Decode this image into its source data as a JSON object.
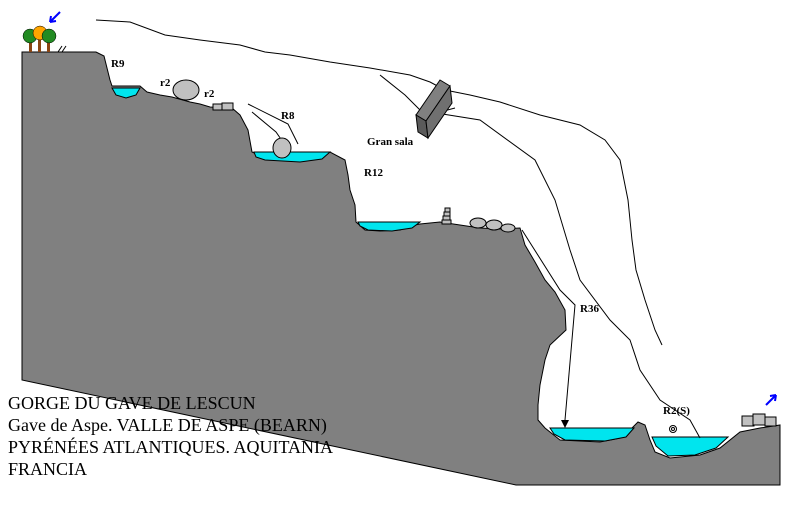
{
  "title_lines": [
    "GORGE DU GAVE DE LESCUN",
    "Gave de Aspe. VALLE DE ASPE (BEARN)",
    "PYRÉNÉES ATLANTIQUES. AQUITANIA",
    "FRANCIA"
  ],
  "labels": {
    "r9": "R9",
    "r2_first": "r2",
    "r2_second": "r2",
    "r8": "R8",
    "gran_sala": "Gran sala",
    "r12": "R12",
    "r36": "R36",
    "r2s": "R2(S)"
  },
  "colors": {
    "rock": "#808080",
    "water": "#00E5EE",
    "arrow": "#0000FF",
    "boulder": "#C0C0C0",
    "tree_foliage": "#228B22",
    "tree_trunk": "#8B4513"
  },
  "icons": {
    "entry_arrow": "arrow-down-left-icon",
    "exit_arrow": "arrow-up-right-icon",
    "trees": "trees-icon"
  }
}
